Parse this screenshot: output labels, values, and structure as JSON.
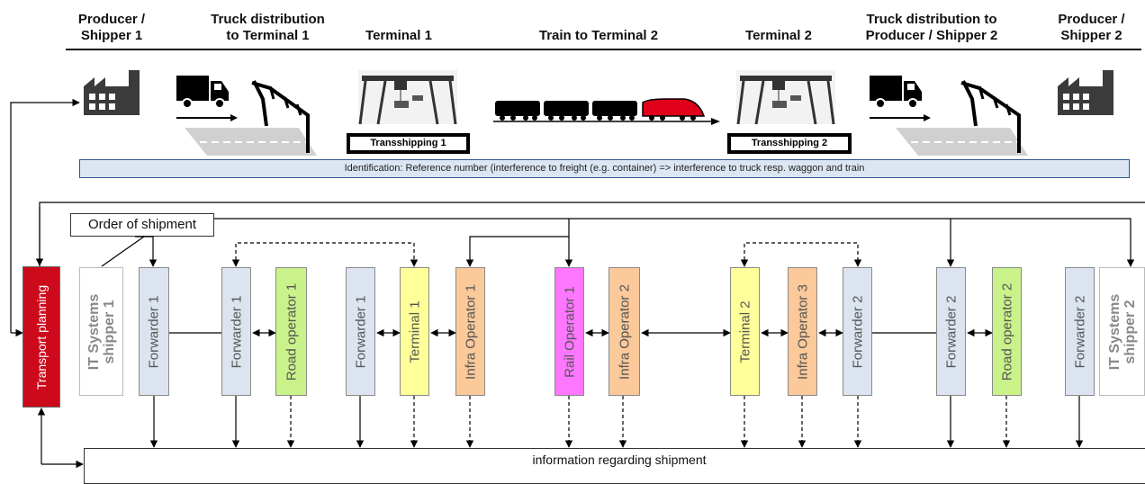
{
  "headers": [
    {
      "text": "Producer /\nShipper 1"
    },
    {
      "text": "Truck distribution\nto Terminal 1"
    },
    {
      "text": "Terminal 1"
    },
    {
      "text": "Train to Terminal 2"
    },
    {
      "text": "Terminal 2"
    },
    {
      "text": "Truck distribution to\nProducer / Shipper 2"
    },
    {
      "text": "Producer /\nShipper 2"
    }
  ],
  "transshipping": [
    "Transshipping  1",
    "Transshipping  2"
  ],
  "identification": "Identification: Reference number (interference to freight (e.g. container)  => interference to truck resp. waggon and train",
  "order_box": "Order of shipment",
  "info_box": "information regarding shipment",
  "actors": [
    {
      "label": "Transport planning",
      "color": "#cc0a1c"
    },
    {
      "label": "IT Systems\nshipper 1",
      "color": "#ffffff"
    },
    {
      "label": "Forwarder 1",
      "color": "#dbe4ef"
    },
    {
      "label": "Forwarder 1",
      "color": "#dbe4ef"
    },
    {
      "label": "Road operator 1",
      "color": "#c9f28a"
    },
    {
      "label": "Forwarder 1",
      "color": "#dbe4ef"
    },
    {
      "label": "Terminal 1",
      "color": "#ffff99"
    },
    {
      "label": "Infra Operator 1",
      "color": "#fbc99a"
    },
    {
      "label": "Rail Operator 1",
      "color": "#ff77ff"
    },
    {
      "label": "Infra Operator 2",
      "color": "#fbc99a"
    },
    {
      "label": "Terminal 2",
      "color": "#ffff99"
    },
    {
      "label": "Infra Operator 3",
      "color": "#fbc99a"
    },
    {
      "label": "Forwarder 2",
      "color": "#dbe4ef"
    },
    {
      "label": "Forwarder 2",
      "color": "#dbe4ef"
    },
    {
      "label": "Road operator 2",
      "color": "#c9f28a"
    },
    {
      "label": "Forwarder 2",
      "color": "#dbe4ef"
    },
    {
      "label": "IT Systems\nshipper 2",
      "color": "#ffffff"
    }
  ],
  "icons": [
    "factory-icon",
    "truck-icon",
    "road-icon",
    "gantry-crane-icon",
    "train-icon"
  ]
}
